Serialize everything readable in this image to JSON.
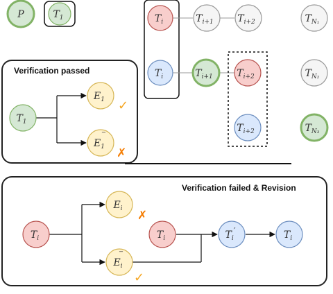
{
  "colors": {
    "green_fill": "#d5e8d4",
    "green_stroke": "#82b366",
    "red_fill": "#f8cecc",
    "red_stroke": "#b85450",
    "blue_fill": "#dae8fc",
    "blue_stroke": "#6c8ebf",
    "yellow_fill": "#fff2cc",
    "yellow_stroke": "#d6b656",
    "gray_fill": "#f5f5f5",
    "gray_stroke": "#999999",
    "check_color": "#f5a623",
    "cross_color": "#f57c00",
    "panel_stroke": "#222222",
    "highlight_stroke": "#82b366"
  },
  "nodes": {
    "p": {
      "base": "P",
      "sub": ""
    },
    "t1_top": {
      "base": "T",
      "sub": "1"
    },
    "ti_red": {
      "base": "T",
      "sub": "i"
    },
    "ti_blue": {
      "base": "T",
      "sub": "i"
    },
    "ti1_gray": {
      "base": "T",
      "sub": "i+1"
    },
    "ti2_gray": {
      "base": "T",
      "sub": "i+2"
    },
    "ti1_green": {
      "base": "T",
      "sub": "i+1"
    },
    "ti2_red": {
      "base": "T",
      "sub": "i+2"
    },
    "ti2_blue": {
      "base": "T",
      "sub": "i+2"
    },
    "tn1": {
      "base": "T",
      "sub": "N₁"
    },
    "tn2": {
      "base": "T",
      "sub": "N₂"
    },
    "tn3": {
      "base": "T",
      "sub": "N₃"
    },
    "t1_panel": {
      "base": "T",
      "sub": "1"
    },
    "e1": {
      "base": "E",
      "sub": "1"
    },
    "e1_bar": {
      "base": "E",
      "sub": "1"
    },
    "ti_bottom": {
      "base": "T",
      "sub": "i"
    },
    "ei": {
      "base": "E",
      "sub": "i"
    },
    "ei_bar": {
      "base": "E",
      "sub": "i"
    },
    "ti_mid": {
      "base": "T",
      "sub": "i"
    },
    "ti_prime": {
      "base": "T",
      "sub": "i"
    },
    "ti_final": {
      "base": "T",
      "sub": "i"
    }
  },
  "panels": {
    "verification_passed": "Verification passed",
    "verification_failed": "Verification failed & Revision"
  },
  "marks": {
    "check": "✓",
    "cross": "✗",
    "prime": "′",
    "bar": "‾"
  }
}
